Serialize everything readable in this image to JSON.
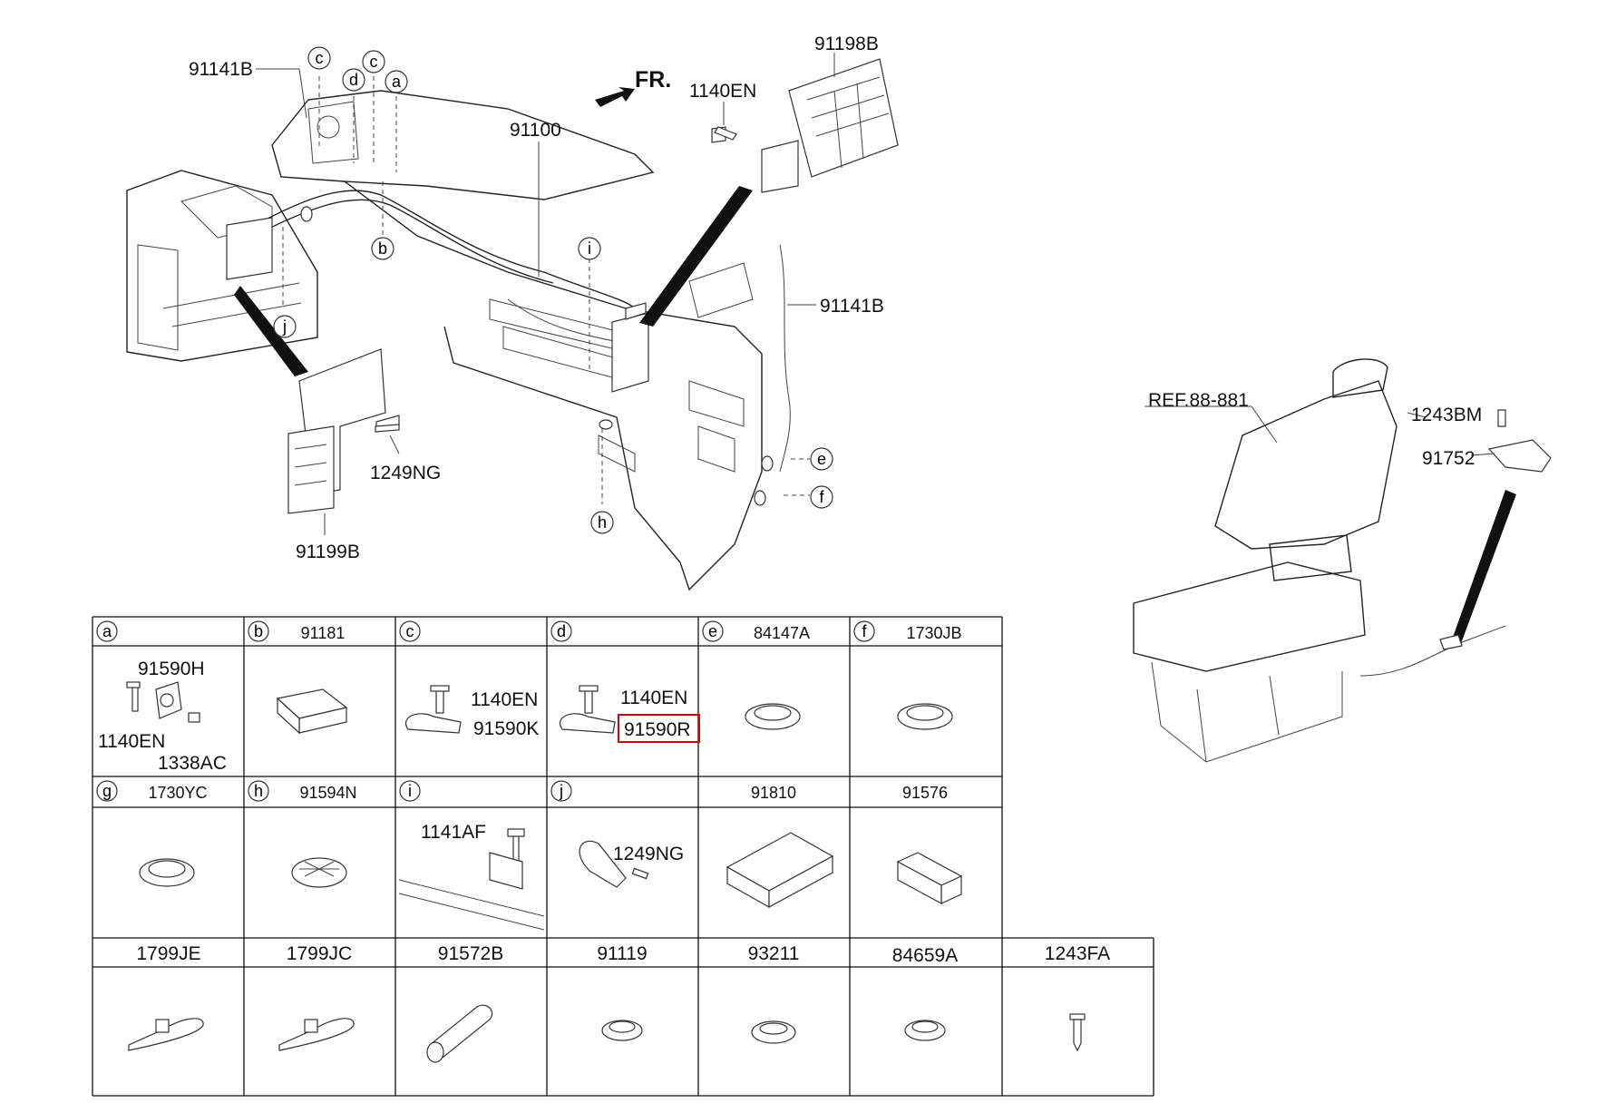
{
  "diagram": {
    "fr_label": "FR.",
    "callouts": {
      "c91141B_top": "91141B",
      "c91198B": "91198B",
      "c1140EN_top": "1140EN",
      "c91100": "91100",
      "c91141B_right": "91141B",
      "c1249NG": "1249NG",
      "c91199B": "91199B",
      "cREF": "REF.88-881",
      "c1243BM": "1243BM",
      "c91752": "91752"
    },
    "circle_letters": {
      "c1": "c",
      "c2": "c",
      "d": "d",
      "a": "a",
      "b": "b",
      "i": "i",
      "j": "j",
      "e": "e",
      "f": "f",
      "h": "h"
    }
  },
  "table": {
    "row1": [
      {
        "letter": "a",
        "code": ""
      },
      {
        "letter": "b",
        "code": "91181"
      },
      {
        "letter": "c",
        "code": ""
      },
      {
        "letter": "d",
        "code": ""
      },
      {
        "letter": "e",
        "code": "84147A"
      },
      {
        "letter": "f",
        "code": "1730JB"
      }
    ],
    "row2": [
      {
        "letter": "g",
        "code": "1730YC"
      },
      {
        "letter": "h",
        "code": "91594N"
      },
      {
        "letter": "i",
        "code": ""
      },
      {
        "letter": "j",
        "code": ""
      },
      {
        "letter": "",
        "code": "91810"
      },
      {
        "letter": "",
        "code": "91576"
      }
    ],
    "row3": [
      {
        "code": "1799JE"
      },
      {
        "code": "1799JC"
      },
      {
        "code": "91572B"
      },
      {
        "code": "91119"
      },
      {
        "code": "93211"
      },
      {
        "code": "84659A"
      },
      {
        "code": "1243FA"
      }
    ],
    "cell_labels": {
      "a_91590H": "91590H",
      "a_1140EN": "1140EN",
      "a_1338AC": "1338AC",
      "c_1140EN": "1140EN",
      "c_91590K": "91590K",
      "d_1140EN": "1140EN",
      "d_91590R": "91590R",
      "i_1141AF": "1141AF",
      "j_1249NG": "1249NG"
    },
    "highlight_color": "#e00000"
  }
}
